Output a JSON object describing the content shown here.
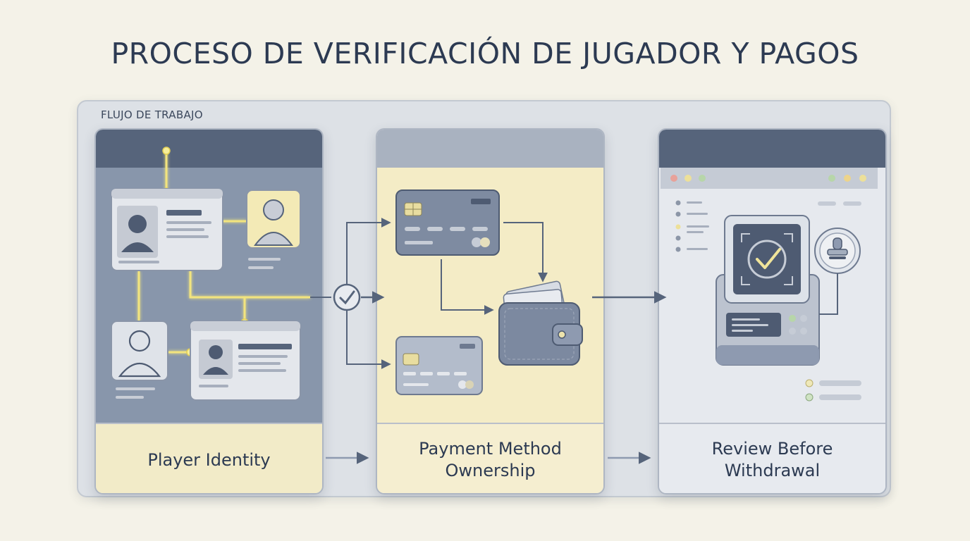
{
  "title": "PROCESO DE VERIFICACIÓN DE JUGADOR Y PAGOS",
  "frame_label": "FLUJO DE TRABAJO",
  "steps": [
    {
      "label": "Player Identity"
    },
    {
      "label": "Payment Method Ownership"
    },
    {
      "label": "Review Before Withdrawal"
    }
  ],
  "icons": {
    "step1": [
      "id-card-icon",
      "user-avatar-icon"
    ],
    "step2": [
      "credit-card-icon",
      "wallet-icon"
    ],
    "step3": [
      "verified-check-icon",
      "approval-stamp-icon",
      "terminal-icon"
    ]
  },
  "colors": {
    "title": "#2c3a52",
    "panel_header": "#56647b",
    "accent_glow": "#f0e27a",
    "arrow": "#56647b"
  }
}
